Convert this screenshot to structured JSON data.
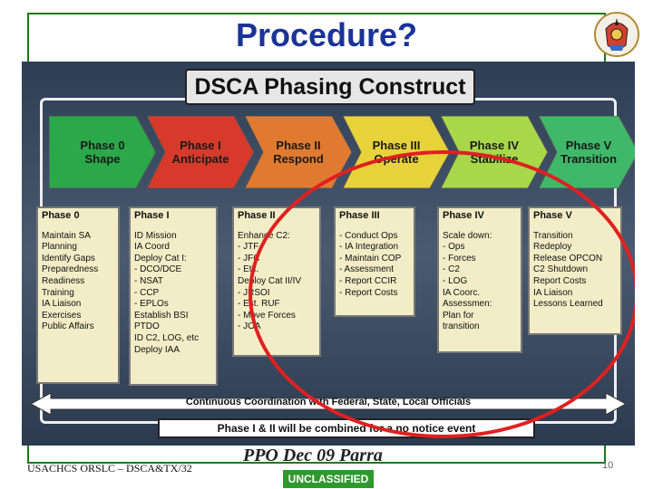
{
  "page": {
    "title": "Procedure?"
  },
  "slide": {
    "header": "DSCA Phasing Construct",
    "phases": [
      {
        "line1": "Phase 0",
        "line2": "Shape",
        "color": "#2aa84a"
      },
      {
        "line1": "Phase I",
        "line2": "Anticipate",
        "color": "#d73a2a"
      },
      {
        "line1": "Phase II",
        "line2": "Respond",
        "color": "#e07a30"
      },
      {
        "line1": "Phase III",
        "line2": "Operate",
        "color": "#e8d23a"
      },
      {
        "line1": "Phase IV",
        "line2": "Stabilize",
        "color": "#a8d84a"
      },
      {
        "line1": "Phase V",
        "line2": "Transition",
        "color": "#3fb86a"
      }
    ],
    "columns": [
      {
        "head": "Phase 0",
        "items": [
          "Maintain SA",
          "Planning",
          "Identify Gaps",
          "Preparedness",
          "Readiness",
          "Training",
          "IA Liaison",
          "Exercises",
          "Public Affairs"
        ]
      },
      {
        "head": "Phase I",
        "items": [
          "ID Mission",
          "IA Coord",
          "Deploy Cat I:",
          "- DCO/DCE",
          "- NSAT",
          "- CCP",
          "- EPLOs",
          "Establish BSI",
          "PTDO",
          "ID C2, LOG, etc",
          "Deploy IAA"
        ]
      },
      {
        "head": "Phase II",
        "items": [
          "Enhance C2:",
          "- JTF",
          "- JFC",
          "- Etc.",
          "Deploy Cat II/IV",
          "- JRSOI",
          "- Est. RUF",
          "- Move Forces",
          "- JOA"
        ]
      },
      {
        "head": "Phase III",
        "items": [
          "- Conduct Ops",
          "- IA Integration",
          "- Maintain COP",
          "- Assessment",
          "- Report CCIR",
          "- Report Costs"
        ]
      },
      {
        "head": "Phase IV",
        "items": [
          "Scale down:",
          "- Ops",
          "- Forces",
          "- C2",
          "- LOG",
          "IA Coorc.",
          "Assessmen:",
          "Plan for",
          "transition"
        ]
      },
      {
        "head": "Phase V",
        "items": [
          "Transition",
          "Redeploy",
          "Release OPCON",
          "C2 Shutdown",
          "Report Costs",
          "IA Liaison",
          "Lessons Learned"
        ]
      }
    ],
    "coordination": "Continuous Coordination with Federal, State, Local Officials",
    "banner": "Phase I & II will be combined for a no notice event"
  },
  "footer": {
    "left": "USACHCS ORSLC – DSCA&TX/32",
    "middle": "PPO Dec 09 Parra",
    "page_number": "10",
    "classification": "UNCLASSIFIED"
  },
  "colors": {
    "title": "#1a3399",
    "frame": "#1a7a1a",
    "ring": "#e02020",
    "classification_bg": "#2e9a2e"
  }
}
